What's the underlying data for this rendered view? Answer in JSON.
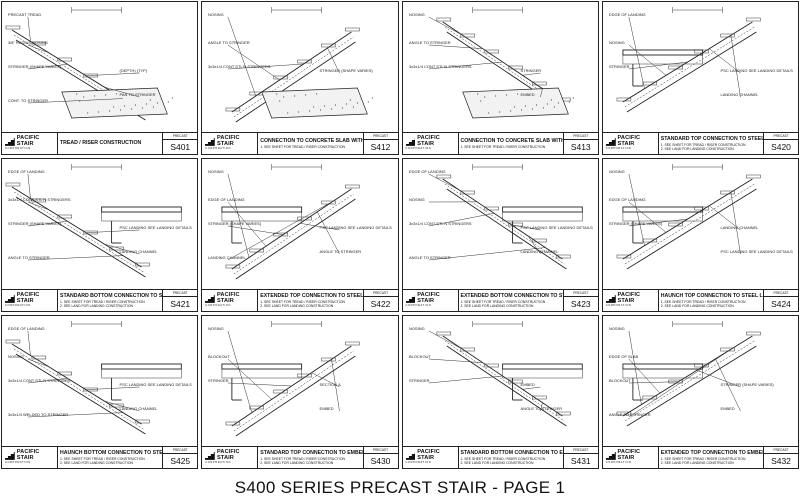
{
  "company": {
    "name": "PACIFIC STAIR",
    "subtitle": "CORPORATION"
  },
  "caption": "S400 SERIES PRECAST STAIR - PAGE 1",
  "sheets": [
    {
      "id": "S401",
      "category": "PRECAST",
      "title": "TREAD / RISER CONSTRUCTION",
      "notes": [],
      "labels": [
        "PRECAST TREAD",
        "3/8\" RADIUS NOSING",
        "STRINGER (SHAPE VARIES)",
        "(DEPTH) (TYP)",
        "PAN TO STRINGER",
        "CONT. TO STRINGER"
      ]
    },
    {
      "id": "S412",
      "category": "PRECAST",
      "title": "CONNECTION TO CONCRETE SLAB WITH ANCHOR",
      "notes": [
        "1. SEE SHEET FOR TREAD / RISER CONSTRUCTION"
      ],
      "labels": [
        "NOSING",
        "ANGLE TO STRINGER",
        "3x3x1/4 CONT STL'N STRINGERS",
        "STRINGER (SHAPE VARIES)"
      ]
    },
    {
      "id": "S413",
      "category": "PRECAST",
      "title": "CONNECTION TO CONCRETE SLAB WITH EMBED",
      "notes": [
        "1. SEE SHEET FOR TREAD / RISER CONSTRUCTION"
      ],
      "labels": [
        "NOSING",
        "ANGLE TO STRINGER",
        "3x3x1/4 CONT STL'N STRINGERS",
        "STRINGER",
        "EMBED"
      ]
    },
    {
      "id": "S420",
      "category": "PRECAST",
      "title": "STANDARD TOP CONNECTION TO STEEL LANDING",
      "notes": [
        "1. SEE SHEET FOR TREAD / RISER CONSTRUCTION",
        "2. SEE LAND FOR LANDING CONSTRUCTION"
      ],
      "labels": [
        "EDGE OF LANDING",
        "NOSING",
        "STRINGER",
        "PSC LANDING SEE LANDING DETAILS",
        "LANDING CHANNEL"
      ]
    },
    {
      "id": "S421",
      "category": "PRECAST",
      "title": "STANDARD BOTTOM CONNECTION TO STEEL LANDING",
      "notes": [
        "1. SEE SHEET FOR TREAD / RISER CONSTRUCTION",
        "2. SEE LAND FOR LANDING CONSTRUCTION"
      ],
      "labels": [
        "EDGE OF LANDING",
        "3x3x1/4 CONT STL'N STRINGERS",
        "STRINGER (SHAPE VARIES)",
        "PSC LANDING SEE LANDING DETAILS",
        "LANDING CHANNEL",
        "ANGLE TO STRINGER"
      ]
    },
    {
      "id": "S422",
      "category": "PRECAST",
      "title": "EXTENDED TOP CONNECTION TO STEEL LANDING",
      "notes": [
        "1. SEE SHEET FOR TREAD / RISER CONSTRUCTION",
        "2. SEE LAND FOR LANDING CONSTRUCTION"
      ],
      "labels": [
        "NOSING",
        "EDGE OF LANDING",
        "STRINGER (SHAPE VARIES)",
        "PSC LANDING SEE LANDING DETAILS",
        "ANGLE TO STRINGER",
        "LANDING CHANNEL"
      ]
    },
    {
      "id": "S423",
      "category": "PRECAST",
      "title": "EXTENDED BOTTOM CONNECTION TO STEEL LANDING",
      "notes": [
        "1. SEE SHEET FOR TREAD / RISER CONSTRUCTION",
        "2. SEE LAND FOR LANDING CONSTRUCTION"
      ],
      "labels": [
        "EDGE OF LANDING",
        "NOSING",
        "3x3x1/4 CONT STL'N STRINGERS",
        "PSC LANDING SEE LANDING DETAILS",
        "LANDING CHANNEL",
        "ANGLE TO STRINGER"
      ]
    },
    {
      "id": "S424",
      "category": "PRECAST",
      "title": "HAUNCH TOP CONNECTION TO STEEL LANDING",
      "notes": [
        "1. SEE SHEET FOR TREAD / RISER CONSTRUCTION",
        "2. SEE LAND FOR LANDING CONSTRUCTION"
      ],
      "labels": [
        "NOSING",
        "EDGE OF LANDING",
        "STRINGER (SHAPE VARIES)",
        "LANDING CHANNEL",
        "PSC LANDING SEE LANDING DETAILS"
      ]
    },
    {
      "id": "S425",
      "category": "PRECAST",
      "title": "HAUNCH BOTTOM CONNECTION TO STEEL LANDING",
      "notes": [
        "1. SEE SHEET FOR TREAD / RISER CONSTRUCTION",
        "2. SEE LAND FOR LANDING CONSTRUCTION"
      ],
      "labels": [
        "EDGE OF LANDING",
        "NOSING",
        "3x3x1/4 CONT STL'N STRINGERS",
        "PSC LANDING SEE LANDING DETAILS",
        "LANDING CHANNEL",
        "3x3x1/4 WELDED TO STRINGER"
      ]
    },
    {
      "id": "S430",
      "category": "PRECAST",
      "title": "STANDARD TOP CONNECTION TO EMBED",
      "notes": [
        "1. SEE SHEET FOR TREAD / RISER CONSTRUCTION",
        "2. SEE LAND FOR LANDING CONSTRUCTION"
      ],
      "labels": [
        "NOSING",
        "BLOCKOUT",
        "STRINGER",
        "SECTION A",
        "EMBED"
      ]
    },
    {
      "id": "S431",
      "category": "PRECAST",
      "title": "STANDARD BOTTOM CONNECTION TO EMBED",
      "notes": [
        "1. SEE SHEET FOR TREAD / RISER CONSTRUCTION",
        "2. SEE LAND FOR LANDING CONSTRUCTION"
      ],
      "labels": [
        "NOSING",
        "BLOCKOUT",
        "STRINGER",
        "EMBED",
        "ANGLE TO STRINGER"
      ]
    },
    {
      "id": "S432",
      "category": "PRECAST",
      "title": "EXTENDED TOP CONNECTION TO EMBED",
      "notes": [
        "1. SEE SHEET FOR TREAD / RISER CONSTRUCTION",
        "2. SEE LAND FOR LANDING CONSTRUCTION"
      ],
      "labels": [
        "NOSING",
        "EDGE OF SLAB",
        "BLOCKOUT",
        "STRINGER (SHAPE VARIES)",
        "EMBED",
        "ANGLE TO STRINGER"
      ]
    }
  ]
}
